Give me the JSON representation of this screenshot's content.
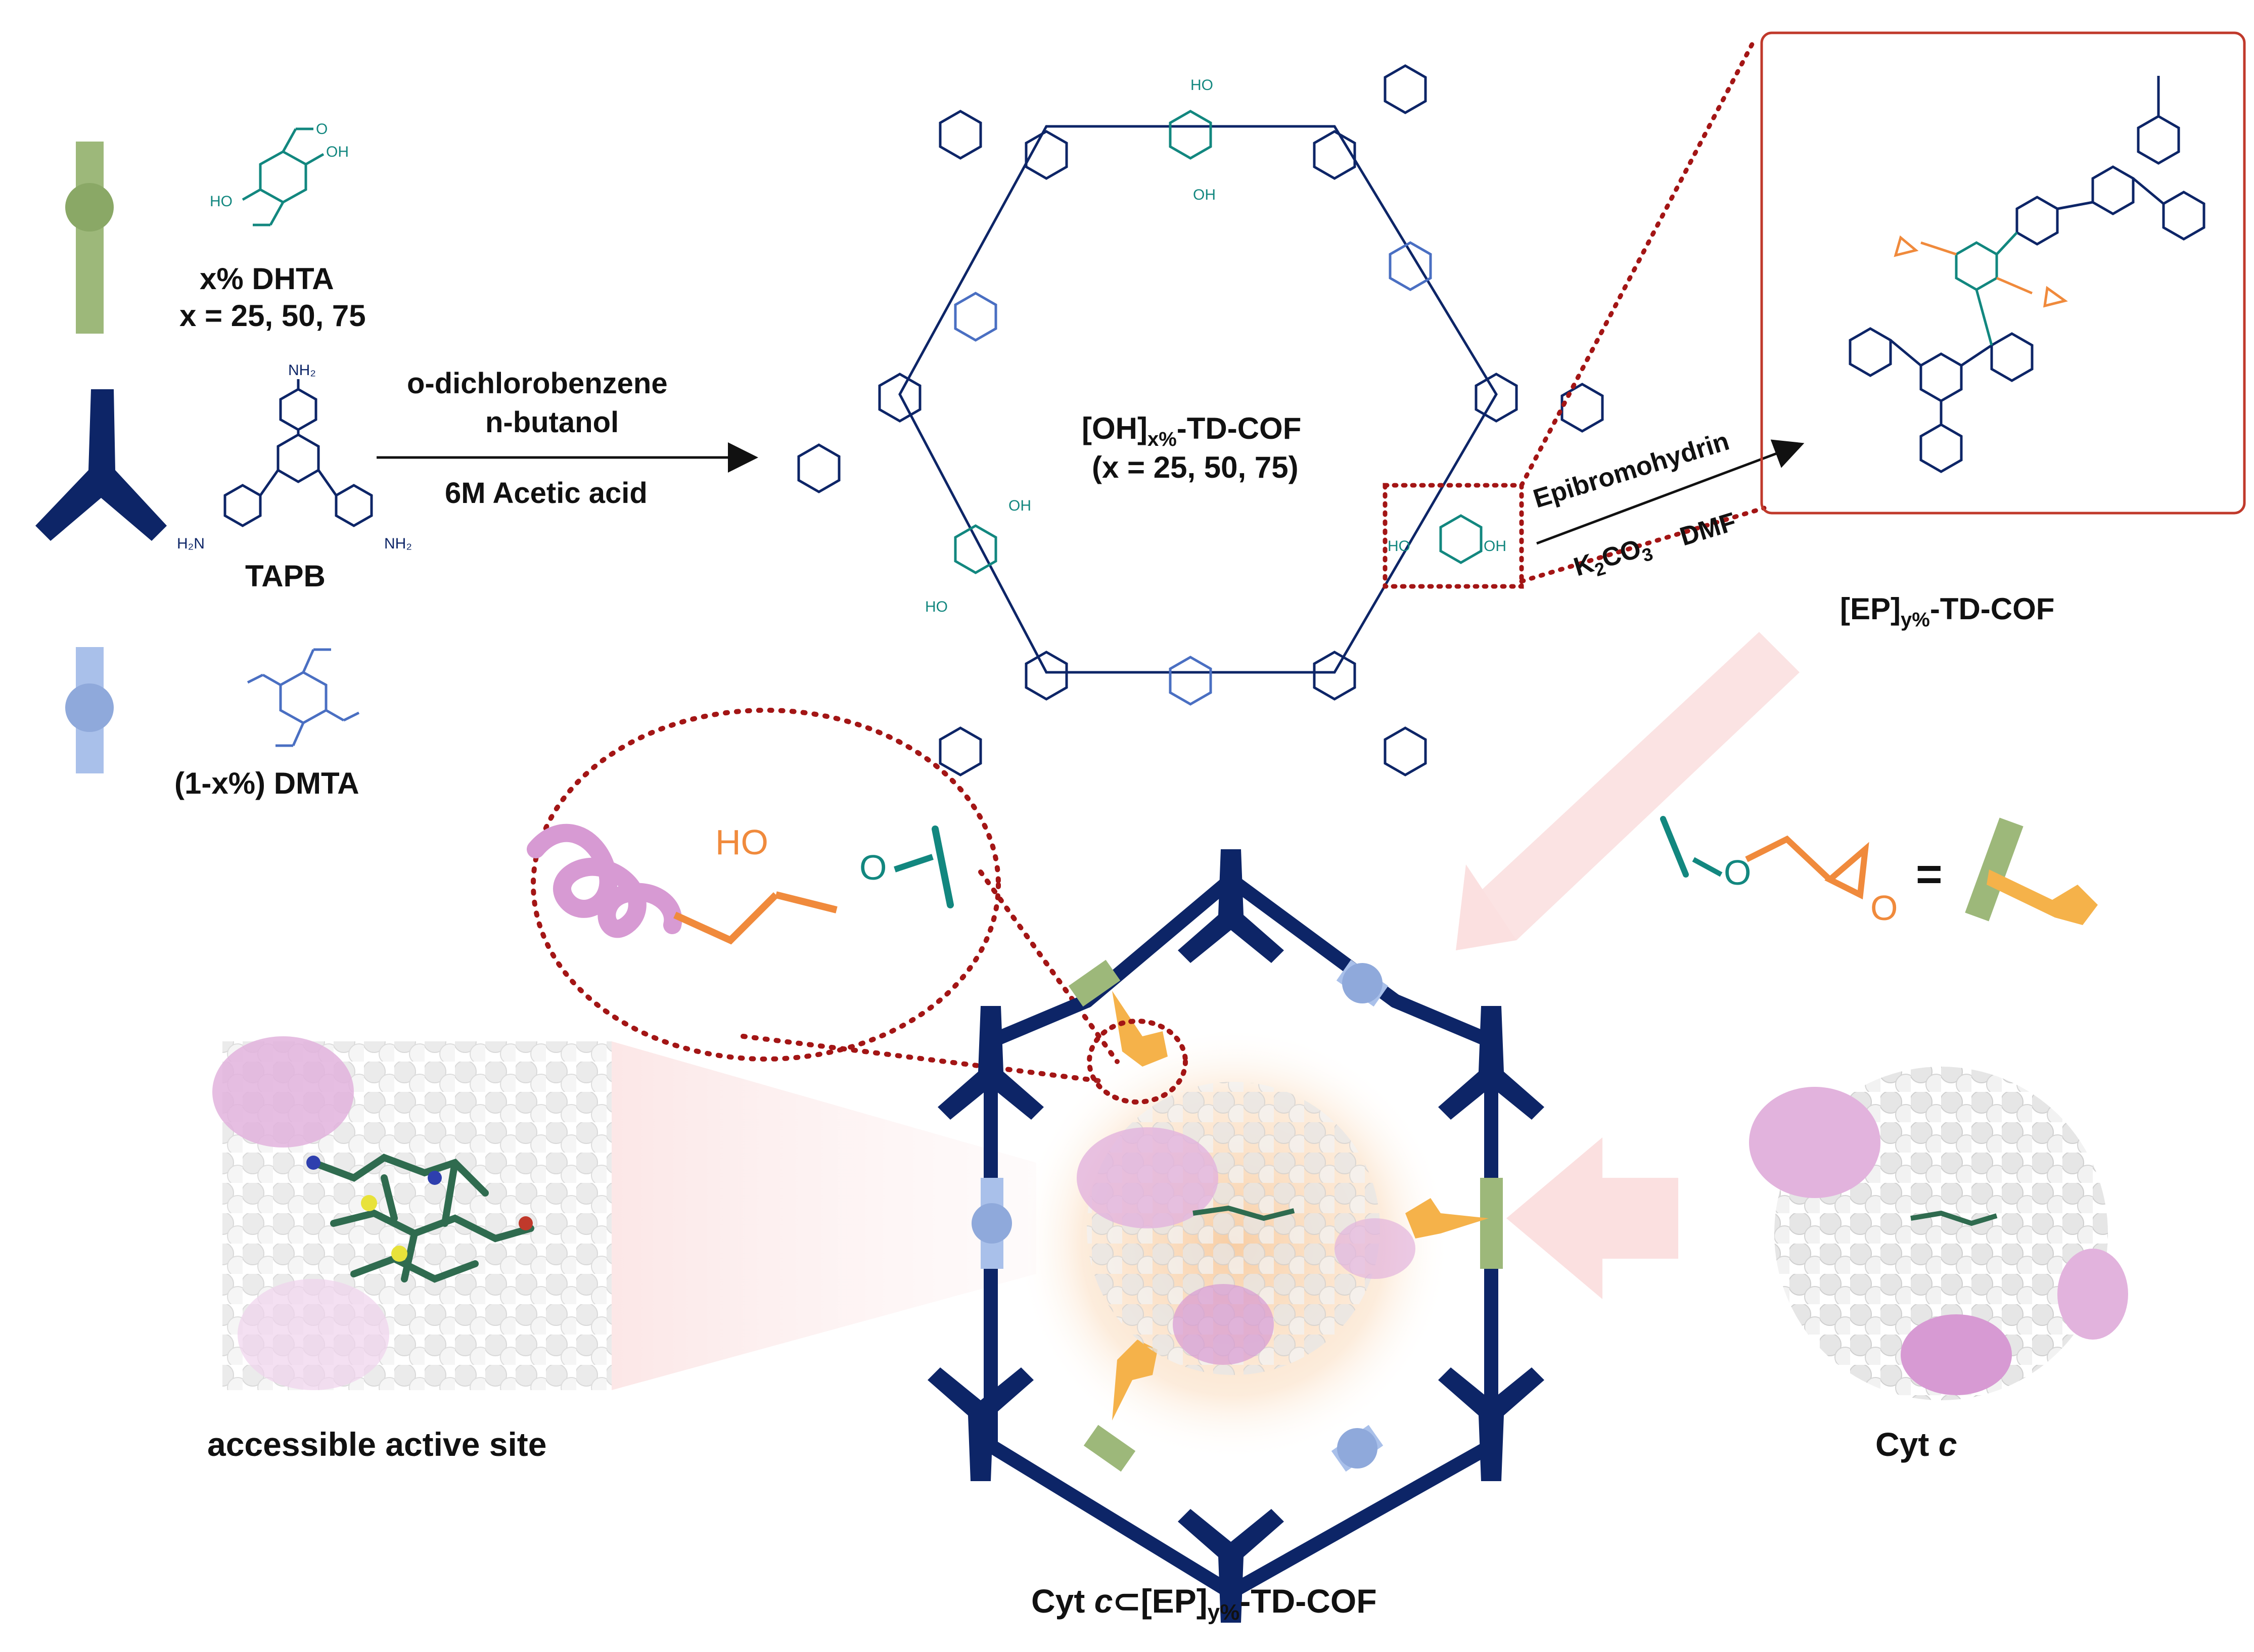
{
  "legend": {
    "dhta_label": "x% DHTA",
    "dhta_values": "x = 25, 50, 75",
    "tapb_label": "TAPB",
    "dmta_label": "(1-x%) DMTA",
    "tapb_nh2": "NH₂",
    "tapb_h2n": "H₂N",
    "oh": "HO",
    "oh2": "OH"
  },
  "reaction1": {
    "solvent1": "o-dichlorobenzene",
    "solvent2": "n-butanol",
    "catalyst": "6M Acetic acid"
  },
  "cof_oh": {
    "name": "[OH]x%-TD-COF",
    "values": "(x = 25, 50, 75)"
  },
  "reaction2": {
    "reagent": "Epibromohydrin",
    "base": "K2CO3",
    "solvent": "DMF"
  },
  "cof_ep": {
    "name": "[EP]y%-TD-COF"
  },
  "linker": {
    "equals": "=",
    "o_label": "O",
    "ho_label": "HO"
  },
  "labels": {
    "active_site": "accessible active site",
    "composite": "Cyt c⊂[EP]y%-TD-COF",
    "cyt": "Cyt c"
  },
  "colors": {
    "navy": "#0d2567",
    "teal": "#12877f",
    "blue": "#4a6fc2",
    "green_linker": "#9db87a",
    "blue_linker": "#a9c0ea",
    "orange": "#f08a3c",
    "wrench": "#f5b24a",
    "dotted_red": "#a31515",
    "pink": "#e2b3dd"
  }
}
